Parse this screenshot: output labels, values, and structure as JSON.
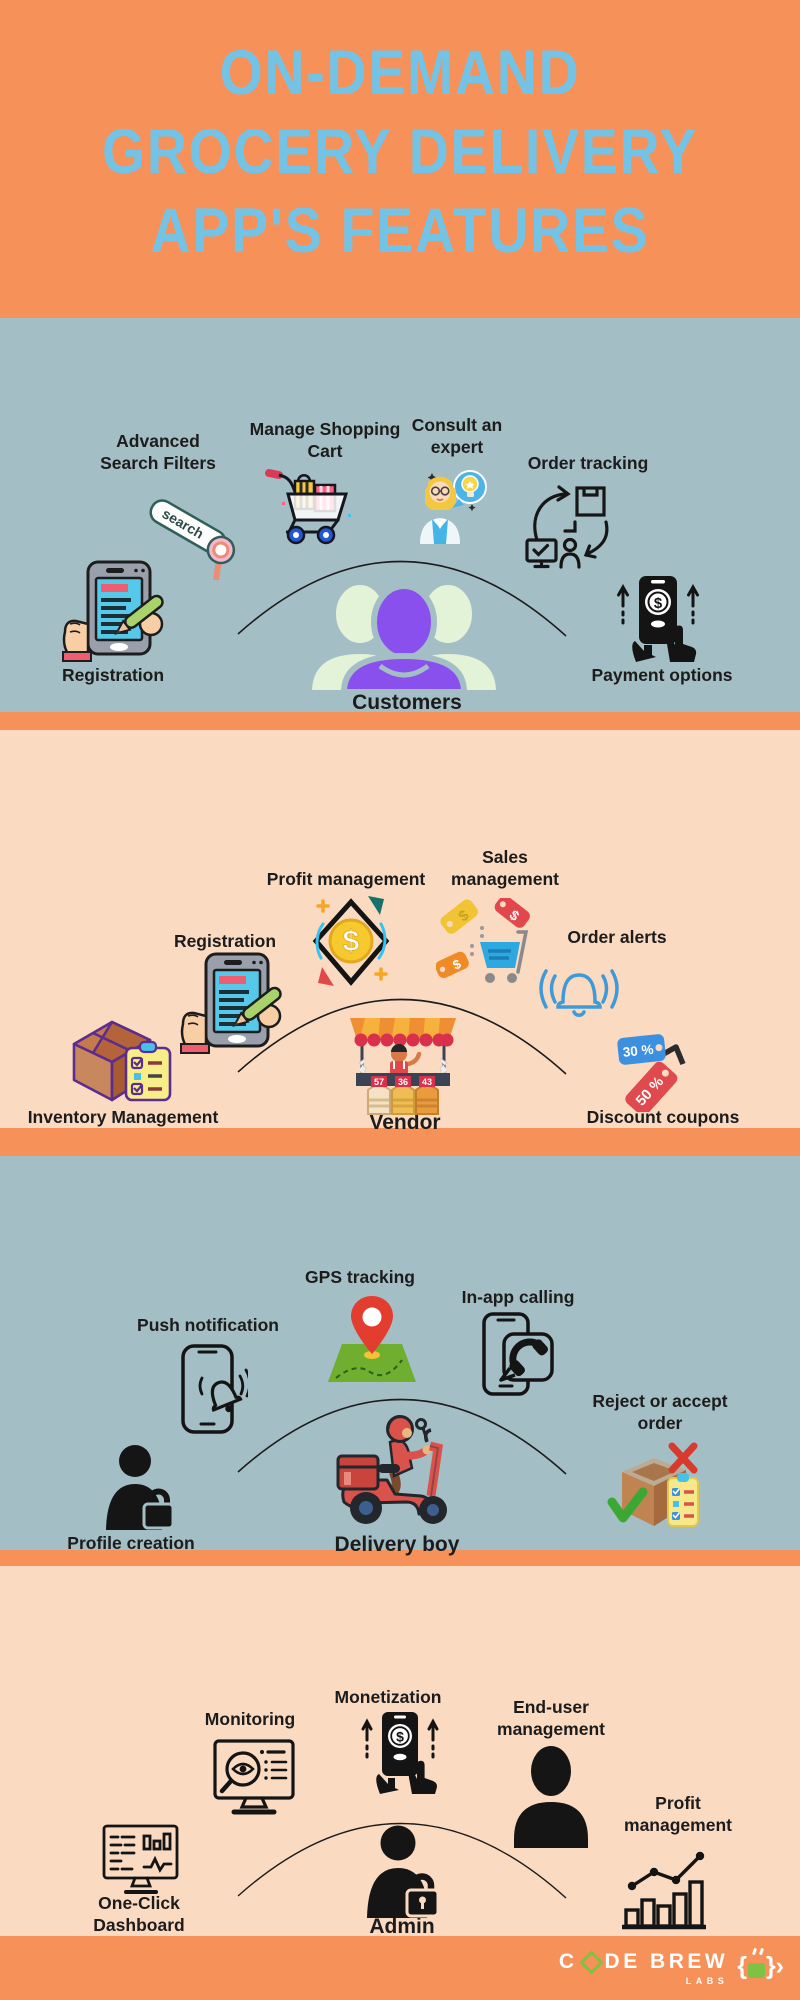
{
  "title": {
    "line1": "ON-DEMAND",
    "line2": "GROCERY DELIVERY",
    "line3": "APP'S FEATURES"
  },
  "colors": {
    "orange": "#F7915A",
    "peach": "#FBDAC2",
    "bluegray": "#A4BEC6",
    "title_blue": "#73C3E6",
    "customer_purple": "#8A50EE",
    "customer_green": "#E3F3D7"
  },
  "sections": {
    "customers": {
      "center": "Customers",
      "advanced_search": "Advanced Search Filters",
      "manage_cart": "Manage Shopping Cart",
      "consult_expert": "Consult an expert",
      "order_tracking": "Order tracking",
      "registration": "Registration",
      "payment_options": "Payment options"
    },
    "vendor": {
      "center": "Vendor",
      "profit": "Profit management",
      "sales": "Sales management",
      "registration": "Registration",
      "order_alerts": "Order alerts",
      "inventory": "Inventory Management",
      "discount": "Discount coupons"
    },
    "delivery": {
      "center": "Delivery boy",
      "gps": "GPS tracking",
      "inapp": "In-app calling",
      "push": "Push notification",
      "profile": "Profile creation",
      "reject": "Reject or accept order"
    },
    "admin": {
      "center": "Admin",
      "monitoring": "Monitoring",
      "monetization": "Monetization",
      "enduser": "End-user management",
      "dashboard": "One-Click Dashboard",
      "profit": "Profit management"
    }
  },
  "glyphs": {
    "search": "search",
    "dollar": "$",
    "coupon_blue": "30 %",
    "coupon_red": "50 %",
    "price_1": "57",
    "price_2": "36",
    "price_3": "43"
  },
  "footer": {
    "logo_c": "C",
    "logo_rest": "DE BREW",
    "logo_labs": "LABS",
    "brace_l": "{",
    "brace_r": "}",
    "chev": "›"
  }
}
